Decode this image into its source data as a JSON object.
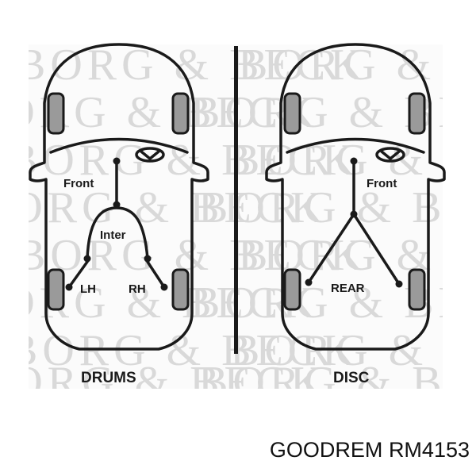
{
  "watermark_text": "BORG & BECK",
  "left_panel": {
    "front_label": "Front",
    "inter_label": "Inter",
    "lh_label": "LH",
    "rh_label": "RH",
    "caption": "DRUMS"
  },
  "right_panel": {
    "front_label": "Front",
    "rear_label": "REAR",
    "caption": "DISC"
  },
  "footer": {
    "brand": "GOODREM",
    "part_number": "RM4153"
  },
  "colors": {
    "line": "#1a1a1a",
    "panel_bg": "#fbfbfb",
    "watermark": "#d9d9d9",
    "wheel": "#9a9a9a"
  }
}
